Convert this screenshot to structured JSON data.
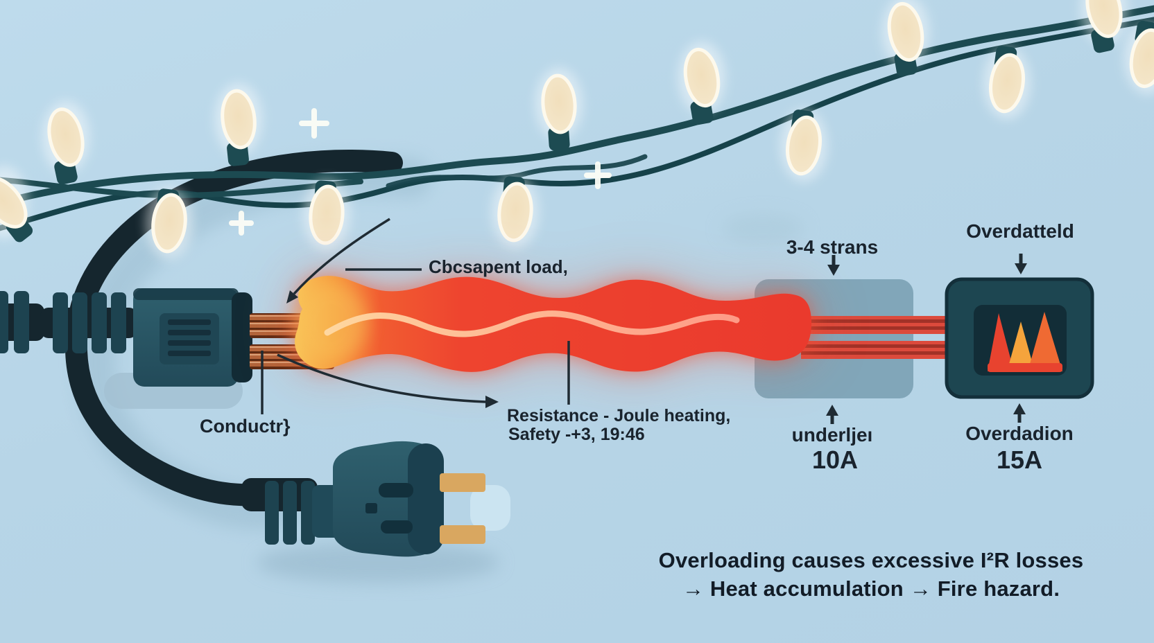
{
  "labels": {
    "current_load": "Cbcsapent load,",
    "conductor": "Conductr}",
    "resistance_line1": "Resistance - Joule heating,",
    "resistance_line2": "Safety -+3, 19:46",
    "strands": "3-4 strans",
    "underrated": "underljeı",
    "underrated_amps": "10A",
    "overloaded_top": "Overdatteld",
    "overloaded_bottom": "Overdadion",
    "overloaded_amps": "15A",
    "caption_line1": "Overloading causes excessive I²R losses",
    "caption_line2": "→ Heat accumulation → Fire hazard."
  },
  "icons": {
    "fire": "fire-icon",
    "arrow_down": "arrow-down-icon",
    "arrow_up": "arrow-up-icon",
    "sparkle": "sparkle-icon",
    "bulb": "light-bulb-icon"
  },
  "colors": {
    "background": "#b7d5e7",
    "wire_teal": "#1c4a51",
    "cable_dark": "#15262e",
    "heat_red": "#ec402e",
    "heat_orange": "#f58232",
    "heat_yellow": "#f8bd55",
    "copper": "#b2643a",
    "junction_box": "#81a6b9",
    "device_box": "#1d4651",
    "flame_red": "#e8432f",
    "flame_orange": "#f5a43c",
    "prong_tan": "#d9a760",
    "bulb_cream": "#f4e6c9",
    "text": "#19232d"
  }
}
